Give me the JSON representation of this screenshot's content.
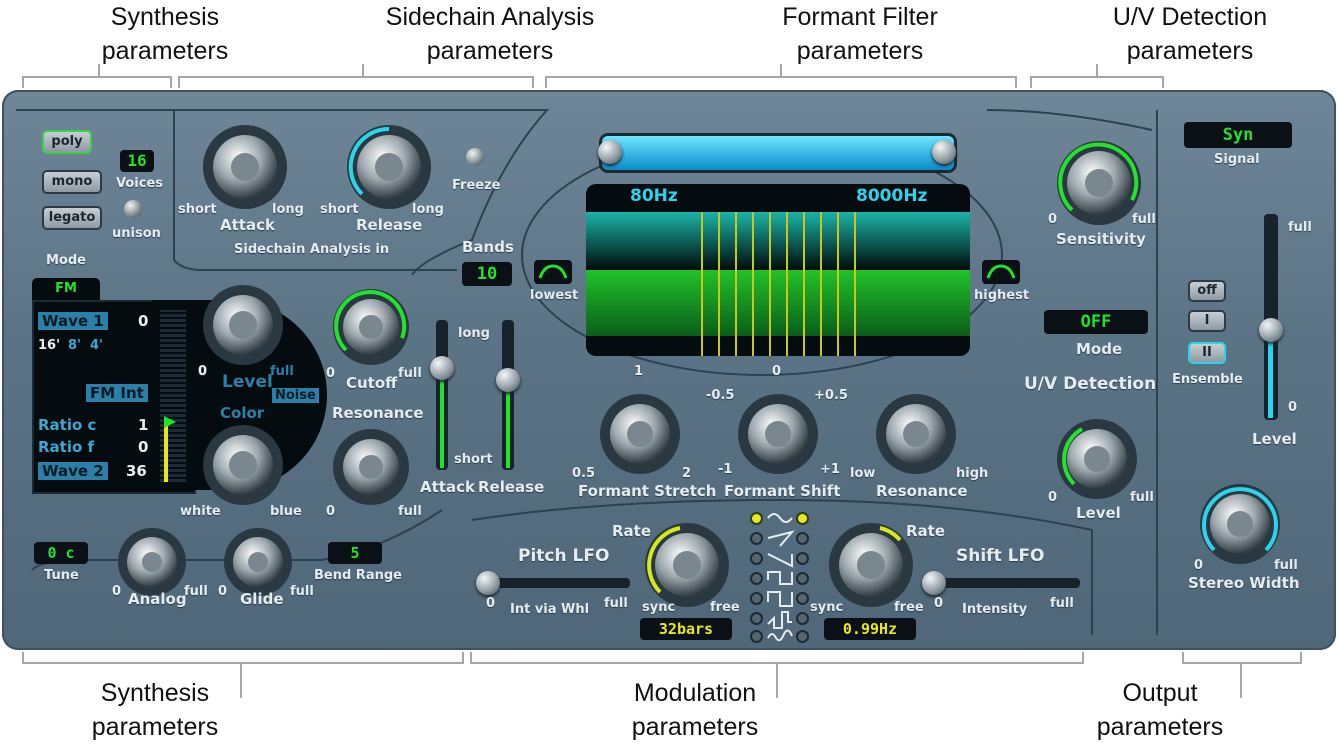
{
  "annotations": {
    "top": [
      {
        "line1": "Synthesis",
        "line2": "parameters"
      },
      {
        "line1": "Sidechain Analysis",
        "line2": "parameters"
      },
      {
        "line1": "Formant Filter",
        "line2": "parameters"
      },
      {
        "line1": "U/V Detection",
        "line2": "parameters"
      }
    ],
    "bottom": [
      {
        "line1": "Synthesis",
        "line2": "parameters"
      },
      {
        "line1": "Modulation",
        "line2": "parameters"
      },
      {
        "line1": "Output",
        "line2": "parameters"
      }
    ]
  },
  "synth": {
    "mode_buttons": [
      "poly",
      "mono",
      "legato"
    ],
    "mode_label": "Mode",
    "voices_value": "16",
    "voices_label": "Voices",
    "unison_label": "unison",
    "tab_label": "FM",
    "wave1_label": "Wave 1",
    "wave1_value": "0",
    "footages": [
      "16'",
      "8'",
      "4'"
    ],
    "fm_int_label": "FM Int",
    "ratio_c_label": "Ratio c",
    "ratio_c_value": "1",
    "ratio_f_label": "Ratio f",
    "ratio_f_value": "0",
    "wave2_label": "Wave 2",
    "wave2_value": "36",
    "level_label": "Level",
    "level_min": "0",
    "level_max": "full",
    "noise_label": "Noise",
    "color_label": "Color",
    "color_min": "white",
    "color_max": "blue",
    "cutoff_label": "Cutoff",
    "cutoff_min": "0",
    "cutoff_max": "full",
    "resonance_label": "Resonance",
    "resonance_min": "0",
    "resonance_max": "full",
    "env_long": "long",
    "env_short": "short",
    "env_attack_label": "Attack",
    "env_release_label": "Release",
    "tune_value": "0 c",
    "tune_label": "Tune",
    "analog_label": "Analog",
    "analog_min": "0",
    "analog_max": "full",
    "glide_label": "Glide",
    "glide_min": "0",
    "glide_max": "full",
    "bend_value": "5",
    "bend_label": "Bend Range"
  },
  "sidechain": {
    "attack_label": "Attack",
    "attack_min": "short",
    "attack_max": "long",
    "release_label": "Release",
    "release_min": "short",
    "release_max": "long",
    "freeze_label": "Freeze",
    "section_label": "Sidechain Analysis in",
    "bands_label": "Bands",
    "bands_value": "10"
  },
  "formant": {
    "low_freq": "80Hz",
    "high_freq": "8000Hz",
    "lowest_label": "lowest",
    "highest_label": "highest",
    "stretch_label": "Formant Stretch",
    "stretch_top": "1",
    "stretch_min": "0.5",
    "stretch_max": "2",
    "shift_label": "Formant Shift",
    "shift_top": "0",
    "shift_left_top": "-0.5",
    "shift_right_top": "+0.5",
    "shift_min": "-1",
    "shift_max": "+1",
    "resonance_label": "Resonance",
    "resonance_min": "low",
    "resonance_max": "high"
  },
  "uv": {
    "sensitivity_label": "Sensitivity",
    "sensitivity_min": "0",
    "sensitivity_max": "full",
    "mode_value": "OFF",
    "mode_label": "Mode",
    "section_label": "U/V Detection",
    "level_label": "Level",
    "level_min": "0",
    "level_max": "full"
  },
  "modulation": {
    "pitch_lfo_label": "Pitch LFO",
    "int_via_whl_label": "Int via Whl",
    "int_min": "0",
    "int_max": "full",
    "pitch_rate_label": "Rate",
    "pitch_rate_min": "sync",
    "pitch_rate_max": "free",
    "pitch_rate_value": "32bars",
    "shift_lfo_label": "Shift LFO",
    "shift_rate_label": "Rate",
    "shift_rate_min": "sync",
    "shift_rate_max": "free",
    "shift_rate_value": "0.99Hz",
    "intensity_label": "Intensity",
    "intensity_min": "0",
    "intensity_max": "full"
  },
  "output": {
    "signal_value": "Syn",
    "signal_label": "Signal",
    "ensemble_buttons": [
      "off",
      "I",
      "II"
    ],
    "ensemble_label": "Ensemble",
    "level_label": "Level",
    "level_max": "full",
    "level_min": "0",
    "stereo_width_label": "Stereo Width",
    "stereo_width_min": "0",
    "stereo_width_max": "full"
  },
  "colors": {
    "panel": "#5b7485",
    "lcd_green": "#22e22a",
    "lcd_yellow": "#e8e81a",
    "cyan_arc": "#2ad4ea",
    "spectrum_green": "#1faa2a"
  }
}
